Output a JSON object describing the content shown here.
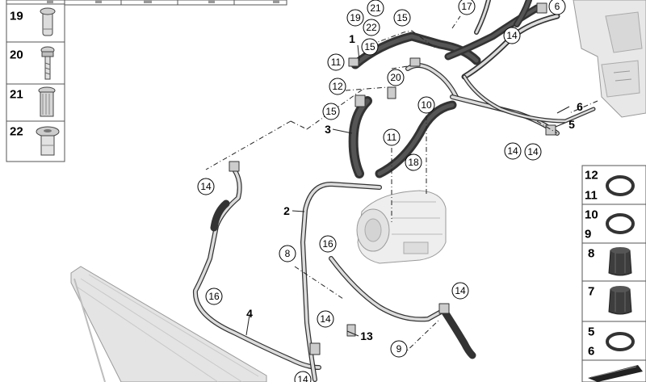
{
  "left_parts_table": {
    "rows": [
      {
        "label": "19",
        "part": "flanged-rivet-nut"
      },
      {
        "label": "20",
        "part": "screw-with-washer"
      },
      {
        "label": "21",
        "part": "knurled-rivet-nut"
      },
      {
        "label": "22",
        "part": "flat-head-rivet-nut"
      }
    ]
  },
  "right_parts_table": {
    "rows": [
      {
        "labels": [
          "12",
          "11"
        ],
        "part": "o-ring"
      },
      {
        "labels": [
          "10",
          "9"
        ],
        "part": "o-ring"
      },
      {
        "labels": [
          "8"
        ],
        "part": "valve-cap"
      },
      {
        "labels": [
          "7"
        ],
        "part": "valve-cap"
      },
      {
        "labels": [
          "5",
          "6"
        ],
        "part": "o-ring"
      },
      {
        "labels": [],
        "part": "lubricant-wedge"
      }
    ]
  },
  "circled_callouts": [
    "17",
    "6",
    "19",
    "21",
    "15",
    "22",
    "14",
    "15",
    "11",
    "20",
    "10",
    "12",
    "15",
    "11",
    "18",
    "14",
    "14",
    "14",
    "14",
    "8",
    "16",
    "16",
    "14",
    "9",
    "14"
  ],
  "plain_callouts": [
    "1",
    "3",
    "2",
    "4",
    "13",
    "6",
    "5"
  ],
  "colors": {
    "line": "#222222",
    "hose_dark": "#3a3a3a",
    "pipe_light": "#d8d8d8",
    "part_light": "#e6e6e6",
    "table_border": "#555555"
  }
}
